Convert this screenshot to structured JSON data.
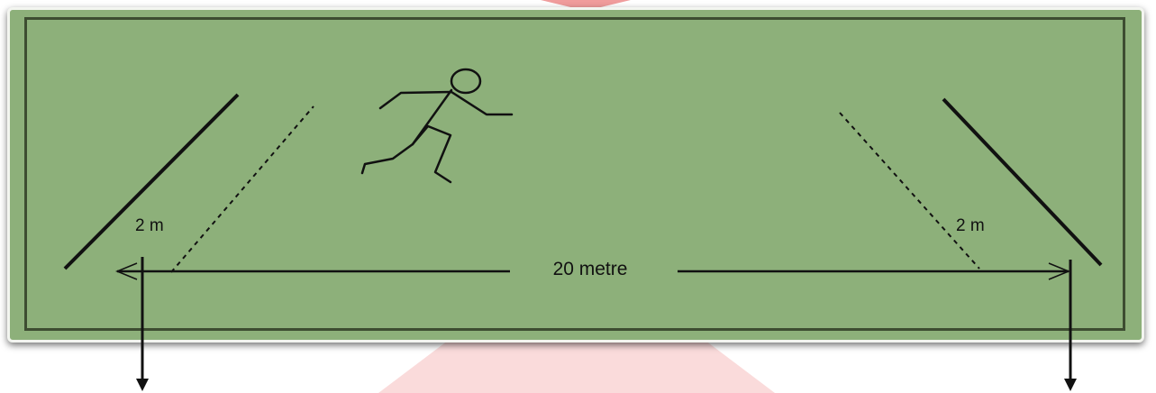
{
  "diagram": {
    "distance_label": "20 metre",
    "left_zone_label": "2 m",
    "right_zone_label": "2 m"
  },
  "colors": {
    "field": "#8db07a",
    "frame_border": "#3d4d31",
    "line": "#111111",
    "watermark": "#e23a3a"
  }
}
